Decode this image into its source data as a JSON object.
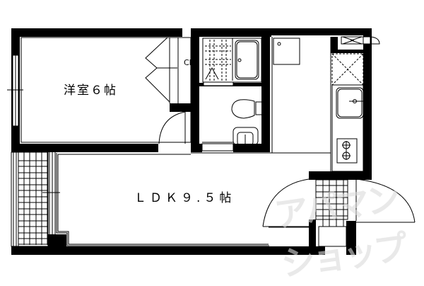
{
  "floor_plan": {
    "rooms": [
      {
        "id": "western",
        "label": "洋室６帖",
        "type": "bedroom",
        "size_jo": 6
      },
      {
        "id": "ldk",
        "label": "ＬＤＫ９.５帖",
        "type": "living-dining-kitchen",
        "size_jo": 9.5
      },
      {
        "id": "closet",
        "label": "CL",
        "type": "closet"
      },
      {
        "id": "bath",
        "label": "",
        "type": "unit-bath"
      },
      {
        "id": "toilet",
        "label": "",
        "type": "toilet-washroom"
      },
      {
        "id": "kitchen",
        "label": "",
        "type": "kitchen"
      },
      {
        "id": "balcony",
        "label": "",
        "type": "balcony"
      },
      {
        "id": "entrance",
        "label": "",
        "type": "entrance"
      }
    ],
    "fixtures": [
      "bathtub",
      "toilet",
      "washbasin",
      "washing-machine-space",
      "sink",
      "two-burner-stove",
      "refrigerator-space",
      "ventilation-fan"
    ],
    "watermark": "アパマンショップ"
  },
  "colors": {
    "wall": "#000000",
    "background": "#ffffff",
    "watermark": "#dcdcdc"
  }
}
